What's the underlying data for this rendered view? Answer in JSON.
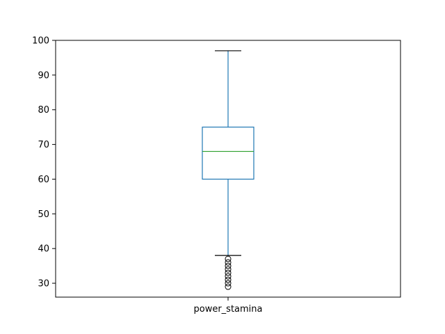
{
  "chart_data": {
    "type": "box",
    "categories": [
      "power_stamina"
    ],
    "series": [
      {
        "name": "power_stamina",
        "whisker_low": 38,
        "q1": 60,
        "median": 68,
        "q3": 75,
        "whisker_high": 97,
        "outliers": [
          37,
          36,
          35,
          34,
          33,
          32,
          31,
          30,
          29
        ]
      }
    ],
    "ylim": [
      26,
      100
    ],
    "yticks": [
      30,
      40,
      50,
      60,
      70,
      80,
      90,
      100
    ],
    "ytick_labels": [
      "30",
      "40",
      "50",
      "60",
      "70",
      "80",
      "90",
      "100"
    ],
    "xtick_labels": [
      "power_stamina"
    ],
    "grid": false,
    "colors": {
      "box": "#1f77b4",
      "median": "#2ca02c",
      "whisker": "#1f77b4",
      "cap": "#000000",
      "outlier": "#000000"
    }
  }
}
